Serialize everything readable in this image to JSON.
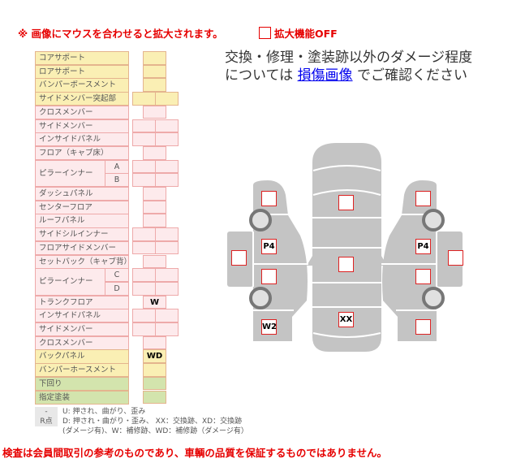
{
  "notice": "※ 画像にマウスを合わせると拡大されます。",
  "zoom_toggle": {
    "label": "拡大機能OFF",
    "checked": false
  },
  "info": {
    "line1": "交換・修理・塗装跡以外のダメージ程度",
    "line2_pre": "については ",
    "link": "損傷画像",
    "line2_post": " でご確認ください"
  },
  "colors": {
    "yellow": "#faefb4",
    "pink": "#fdeaec",
    "green": "#d3e4ad",
    "accent": "#e60000"
  },
  "rows": [
    {
      "label": "コアサポート",
      "type": "single",
      "color": "yellow",
      "values": [
        ""
      ]
    },
    {
      "label": "ロアサポート",
      "type": "single",
      "color": "yellow",
      "values": [
        ""
      ]
    },
    {
      "label": "バンパーボースメント",
      "type": "single",
      "color": "yellow",
      "values": [
        ""
      ]
    },
    {
      "label": "サイドメンバー突起部",
      "type": "double",
      "color": "yellow",
      "values": [
        "",
        ""
      ]
    },
    {
      "label": "クロスメンバー",
      "type": "single",
      "color": "pink",
      "values": [
        ""
      ]
    },
    {
      "label": "サイドメンバー",
      "type": "double",
      "color": "pink",
      "values": [
        "",
        ""
      ]
    },
    {
      "label": "インサイドパネル",
      "type": "double",
      "color": "pink",
      "values": [
        "",
        ""
      ]
    },
    {
      "label": "フロア（キャブ床）",
      "type": "single",
      "color": "pink",
      "values": [
        ""
      ]
    },
    {
      "label": "ピラーインナー",
      "sub": "A",
      "type": "double",
      "color": "pink",
      "values": [
        "",
        ""
      ]
    },
    {
      "label": "",
      "sub": "B",
      "type": "double",
      "color": "pink",
      "values": [
        "",
        ""
      ]
    },
    {
      "label": "ダッシュパネル",
      "type": "single",
      "color": "pink",
      "values": [
        ""
      ]
    },
    {
      "label": "センターフロア",
      "type": "single",
      "color": "pink",
      "values": [
        ""
      ]
    },
    {
      "label": "ルーフパネル",
      "type": "single",
      "color": "pink",
      "values": [
        ""
      ]
    },
    {
      "label": "サイドシルインナー",
      "type": "double",
      "color": "pink",
      "values": [
        "",
        ""
      ]
    },
    {
      "label": "フロアサイドメンバー",
      "type": "double",
      "color": "pink",
      "values": [
        "",
        ""
      ]
    },
    {
      "label": "セットバック（キャブ背）",
      "type": "single",
      "color": "pink",
      "values": [
        ""
      ]
    },
    {
      "label": "ピラーインナー",
      "sub": "C",
      "type": "double",
      "color": "pink",
      "values": [
        "",
        ""
      ]
    },
    {
      "label": "",
      "sub": "D",
      "type": "double",
      "color": "pink",
      "values": [
        "",
        ""
      ]
    },
    {
      "label": "トランクフロア",
      "type": "single",
      "color": "pink",
      "values": [
        "W"
      ]
    },
    {
      "label": "インサイドパネル",
      "type": "double",
      "color": "pink",
      "values": [
        "",
        ""
      ]
    },
    {
      "label": "サイドメンバー",
      "type": "double",
      "color": "pink",
      "values": [
        "",
        ""
      ]
    },
    {
      "label": "クロスメンバー",
      "type": "single",
      "color": "pink",
      "values": [
        ""
      ]
    },
    {
      "label": "バックパネル",
      "type": "single",
      "color": "yellow",
      "values": [
        "WD"
      ]
    },
    {
      "label": "バンパーホースメント",
      "type": "single",
      "color": "yellow",
      "values": [
        ""
      ]
    },
    {
      "label": "下回り",
      "type": "single",
      "color": "green",
      "values": [
        ""
      ]
    },
    {
      "label": "指定塗装",
      "type": "single",
      "color": "green",
      "values": [
        ""
      ]
    }
  ],
  "legend": [
    {
      "key": "-",
      "text": "U: 押され、曲がり、歪み"
    },
    {
      "key": "R点",
      "text": "D: 押され・曲がり・歪み、 XX：交換跡、XD：交換跡"
    },
    {
      "key": "",
      "text": "(ダメージ有)、W：補修跡、WD：補修跡（ダメージ有）"
    }
  ],
  "diagram": {
    "marks": {
      "left_front": "",
      "left_front_door": "P4",
      "left_rear_door": "",
      "left_rear": "W2",
      "left_mirror": "",
      "hood": "",
      "roof": "",
      "trunk": "XX",
      "right_front": "",
      "right_front_door": "P4",
      "right_rear_door": "",
      "right_rear": "",
      "right_mirror": ""
    }
  },
  "footer": "検査は会員間取引の参考のものであり、車輌の品質を保証するものではありません。"
}
